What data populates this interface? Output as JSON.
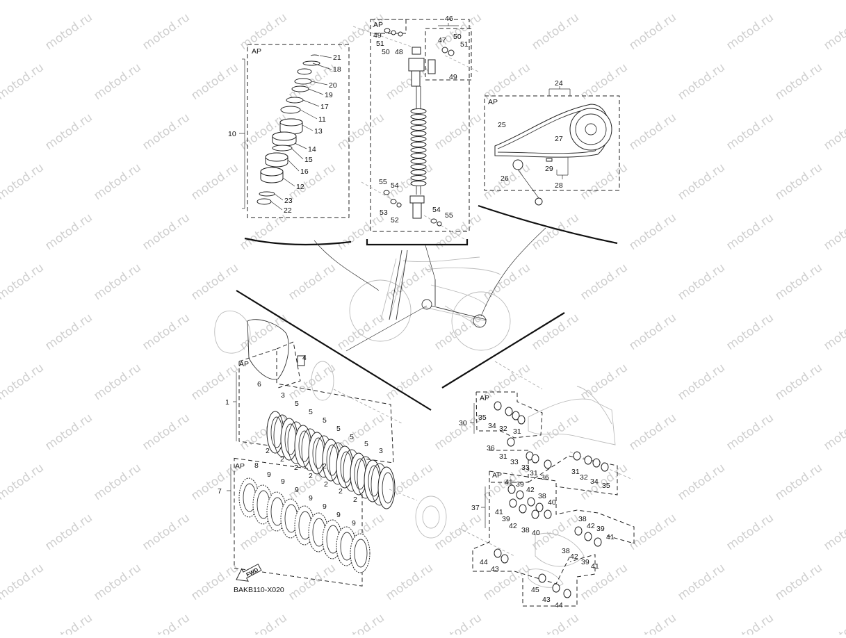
{
  "watermark": "motod.ru",
  "code": "BAKB110-X020",
  "fwd": "FWD",
  "ap": "AP",
  "groups": {
    "fork": "10",
    "shock": "46",
    "chain": "24",
    "chain_kit": "28",
    "clutch": "1",
    "friction": "7",
    "swingarm": "30",
    "linkage": "37"
  },
  "labels": {
    "fork": [
      "21",
      "18",
      "20",
      "19",
      "17",
      "11",
      "13",
      "14",
      "15",
      "16",
      "12",
      "23",
      "22"
    ],
    "shock": [
      "49",
      "51",
      "50",
      "48",
      "47",
      "50",
      "51",
      "49",
      "55",
      "54",
      "53",
      "52",
      "54",
      "55"
    ],
    "chain": [
      "25",
      "27",
      "26",
      "29"
    ],
    "clutch": [
      "4",
      "6",
      "3",
      "5",
      "5",
      "5",
      "5",
      "5",
      "5",
      "2",
      "2",
      "2",
      "2",
      "2",
      "2",
      "2",
      "2",
      "3"
    ],
    "friction": [
      "8",
      "9",
      "9",
      "9",
      "9",
      "9",
      "9",
      "9",
      "8"
    ],
    "swingarm": [
      "35",
      "34",
      "32",
      "31",
      "36",
      "31",
      "33",
      "33",
      "31",
      "36",
      "31",
      "32",
      "34",
      "35"
    ],
    "linkage": [
      "41",
      "39",
      "42",
      "38",
      "40",
      "41",
      "39",
      "42",
      "38",
      "40",
      "38",
      "42",
      "39",
      "41",
      "38",
      "42",
      "39",
      "41",
      "44",
      "43",
      "45",
      "43",
      "44"
    ]
  }
}
